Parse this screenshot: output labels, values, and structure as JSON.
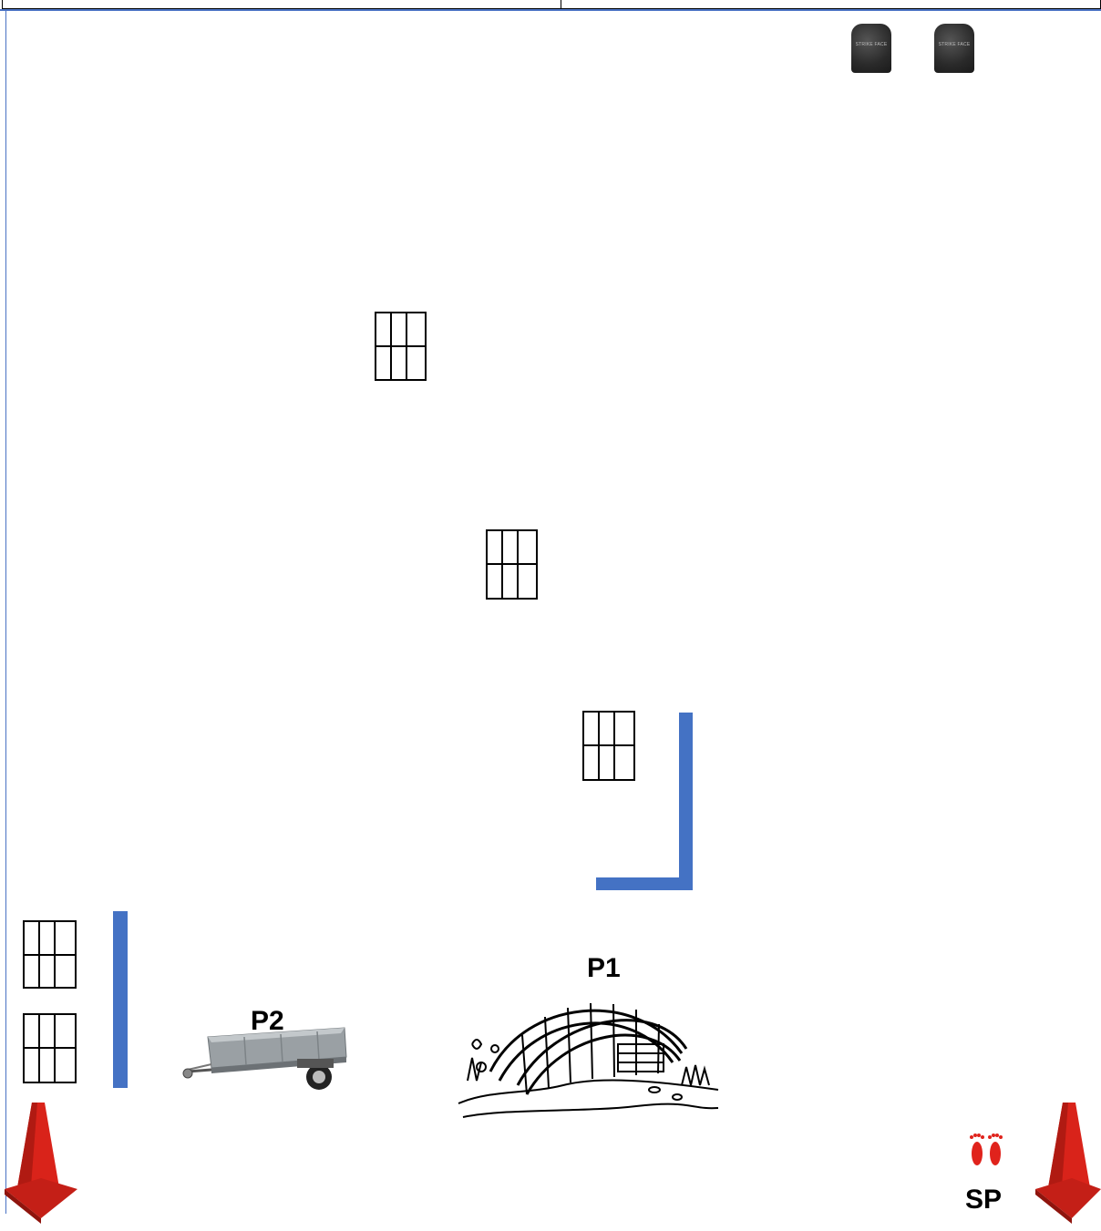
{
  "labels": {
    "p1": "P1",
    "p2": "P2",
    "start": "SP"
  },
  "plates": {
    "text": "STRIKE FACE"
  },
  "colors": {
    "wall": "#4472c4",
    "cone": "#d9231a",
    "footprints": "#e0231c",
    "plate": "#2a2a2a"
  },
  "icons": {
    "window": "window-grid-icon",
    "plate": "armor-plate-icon",
    "cone": "traffic-cone-icon",
    "footprints": "footprints-icon",
    "trailer": "trailer-icon",
    "bridge": "bridge-icon"
  }
}
